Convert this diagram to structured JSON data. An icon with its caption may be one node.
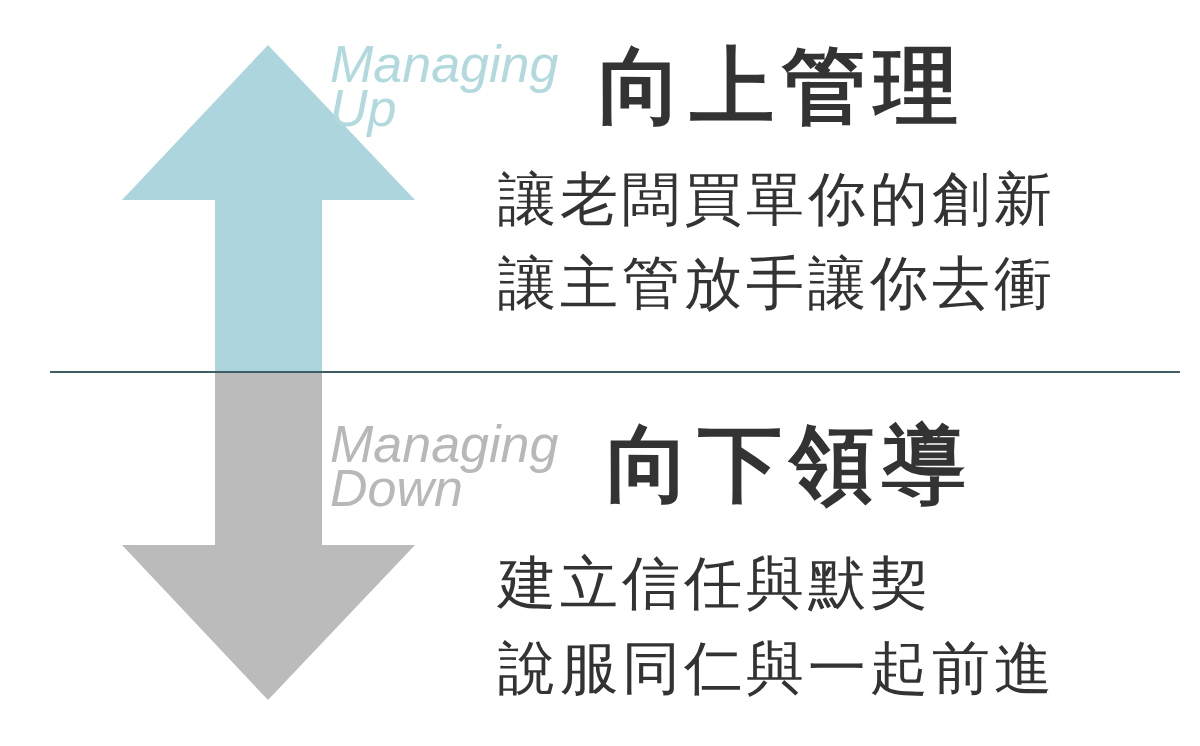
{
  "diagram": {
    "labels": [
      "Managing Up",
      "向上管理",
      "讓老闆買單你的創新",
      "讓主管放手讓你去衝",
      "Managing Down",
      "向下領導",
      "建立信任與默契",
      "說服同仁與一起前進"
    ]
  }
}
